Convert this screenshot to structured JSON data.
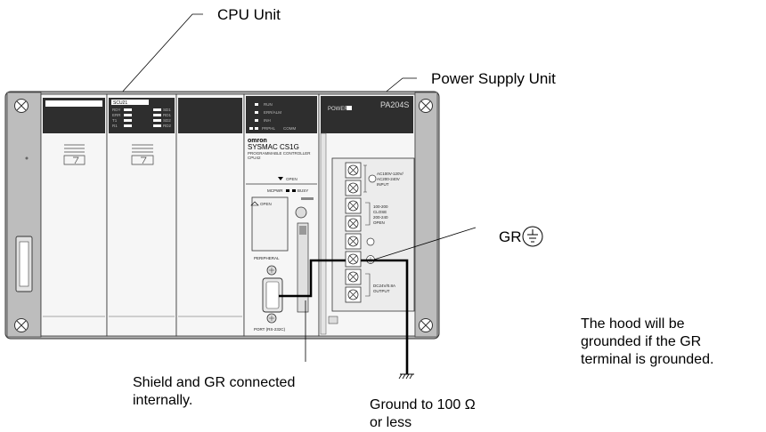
{
  "callouts": {
    "cpu_unit": "CPU Unit",
    "power_supply_unit": "Power Supply Unit",
    "gr": "GR",
    "shield_line1": "Shield and GR connected",
    "shield_line2": "internally.",
    "ground_line1": "Ground to 100 Ω",
    "ground_line2": "or less",
    "hood_line1": "The hood will be",
    "hood_line2": "grounded if the GR",
    "hood_line3": "terminal is grounded."
  },
  "device": {
    "scu_label": "SCU21",
    "scu_leds_left": [
      "RDY",
      "ERR",
      "T1",
      "R1"
    ],
    "scu_leds_right": [
      "SD1",
      "RD1",
      "SD2",
      "RD2"
    ],
    "cpu_leds": [
      "RUN",
      "ERR/ALM",
      "INH",
      "PRPHL",
      "COMM"
    ],
    "brand": "omron",
    "model": "SYSMAC CS1G",
    "controller_text": "PROGRAMMABLE CONTROLLER",
    "cpu_model": "CPU42",
    "open_label": "OPEN",
    "mcpwr_label": "MCPWR",
    "busy_label": "BUSY",
    "card_open": "OPEN",
    "peripheral_label": "PERIPHERAL",
    "port_label": "PORT (RS-232C)",
    "psu_power": "POWER",
    "psu_model": "PA204S",
    "ac_text1": "AC100V-120V/",
    "ac_text2": "AC200-240V",
    "ac_text3": "INPUT",
    "sel_text1": "100-200",
    "sel_text2": "CLOSE",
    "sel_text3": "200-240",
    "sel_text4": "OPEN",
    "dc_text1": "DC24V/0.8A",
    "dc_text2": "OUTPUT"
  }
}
